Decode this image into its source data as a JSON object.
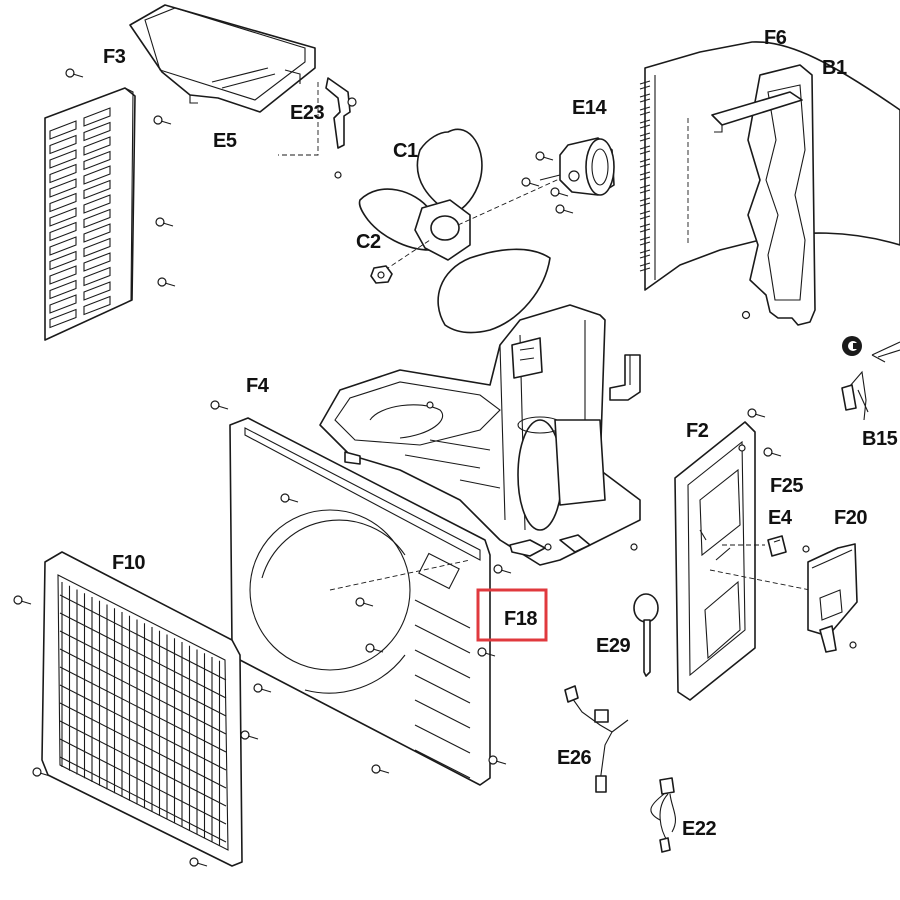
{
  "labels": {
    "F3": "F3",
    "E5": "E5",
    "E23": "E23",
    "C1": "C1",
    "C2": "C2",
    "E14": "E14",
    "F6": "F6",
    "B1": "B1",
    "B15": "B15",
    "F4": "F4",
    "F2": "F2",
    "F25": "F25",
    "E4": "E4",
    "F20": "F20",
    "F10": "F10",
    "F18": "F18",
    "E29": "E29",
    "E26": "E26",
    "E22": "E22"
  },
  "highlight": {
    "label": "F18",
    "color": "#e0393e"
  },
  "colors": {
    "line": "#1a1a1a",
    "background": "#ffffff",
    "highlight": "#e0393e"
  }
}
